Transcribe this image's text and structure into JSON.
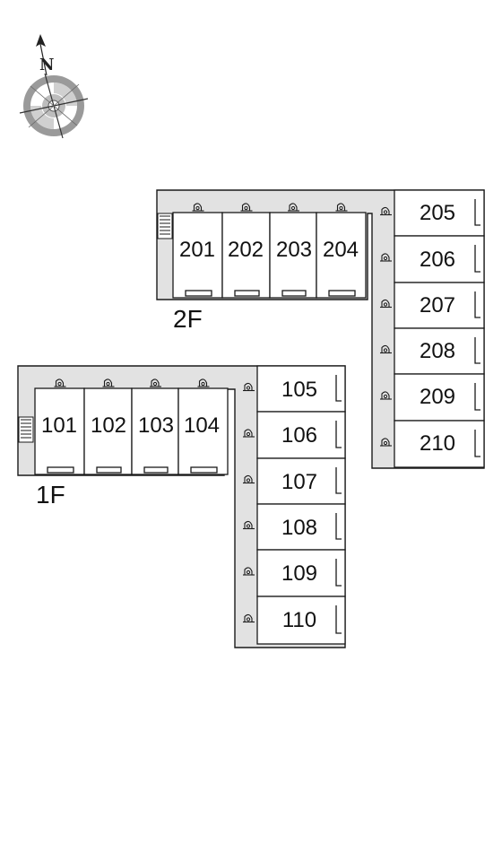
{
  "compass": {
    "north_label": "N"
  },
  "floors": {
    "second": {
      "label": "2F",
      "top_units": [
        "201",
        "202",
        "203",
        "204"
      ],
      "side_units": [
        "205",
        "206",
        "207",
        "208",
        "209",
        "210"
      ]
    },
    "first": {
      "label": "1F",
      "top_units": [
        "101",
        "102",
        "103",
        "104"
      ],
      "side_units": [
        "105",
        "106",
        "107",
        "108",
        "109",
        "110"
      ]
    }
  },
  "colors": {
    "corridor": "#e2e2e2",
    "line": "#1a1a1a",
    "compass_gray": "#a8a8a8",
    "compass_dark": "#555555"
  }
}
